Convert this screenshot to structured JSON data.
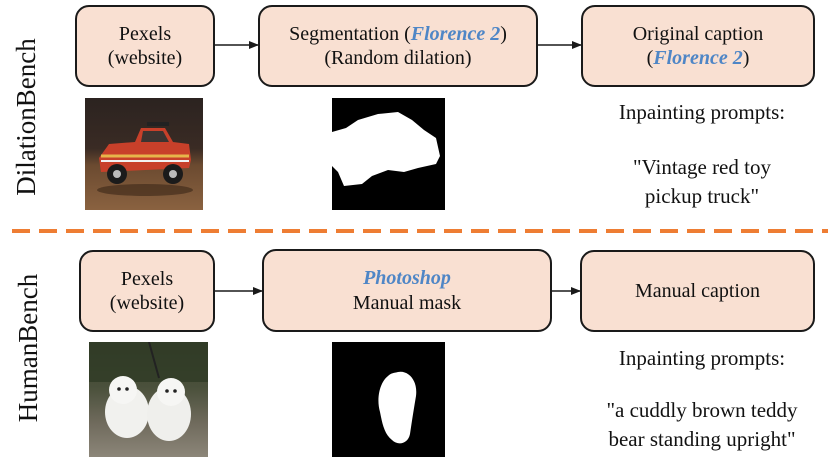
{
  "top": {
    "section_label": "DilationBench",
    "box1": {
      "line1": "Pexels",
      "line2": "(website)"
    },
    "box2": {
      "line1_prefix": "Segmentation (",
      "line1_model": "Florence 2",
      "line1_suffix": ")",
      "line2": "(Random dilation)"
    },
    "box3": {
      "line1": "Original caption",
      "line2_prefix": "(",
      "line2_model": "Florence 2",
      "line2_suffix": ")"
    },
    "prompts_heading": "Inpainting prompts:",
    "prompt_line1": "\"Vintage red toy",
    "prompt_line2": "pickup truck\""
  },
  "bottom": {
    "section_label": "HumanBench",
    "box1": {
      "line1": "Pexels",
      "line2": "(website)"
    },
    "box2": {
      "line1": "Photoshop",
      "line2": "Manual mask"
    },
    "box3": {
      "line1": "Manual caption"
    },
    "prompts_heading": "Inpainting prompts:",
    "prompt_line1": "\"a cuddly brown teddy",
    "prompt_line2": "bear standing upright\""
  },
  "colors": {
    "box_fill": "#f9e0d2",
    "highlight": "#4f86c6",
    "divider": "#ee7d33"
  }
}
